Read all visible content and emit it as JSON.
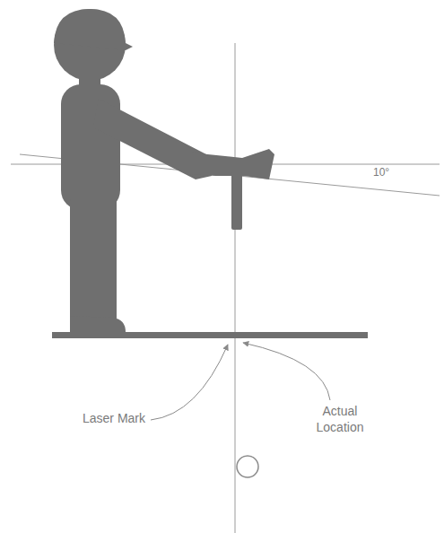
{
  "diagram": {
    "labels": [
      "10°",
      "Laser Mark",
      "Actual Location"
    ]
  }
}
